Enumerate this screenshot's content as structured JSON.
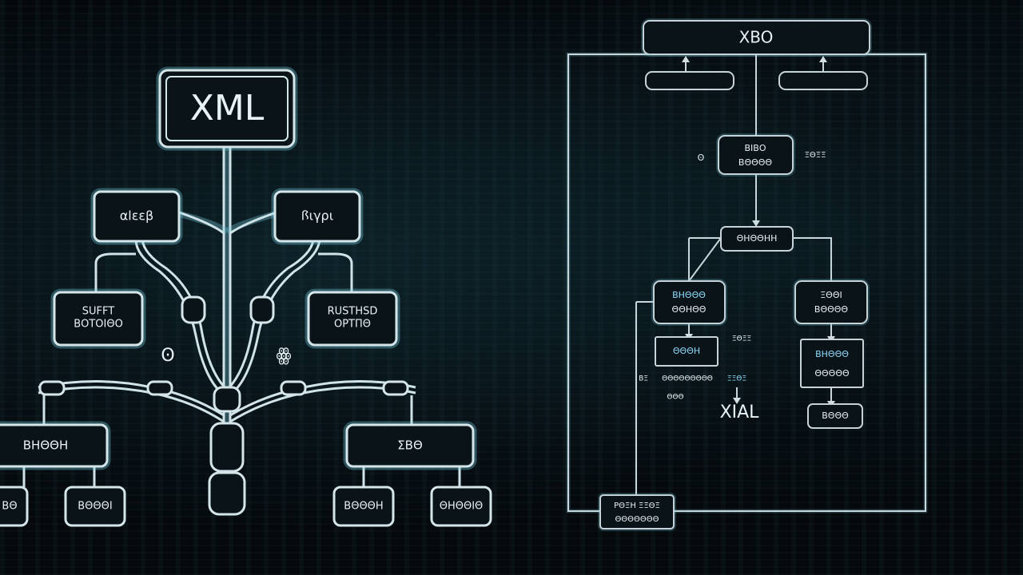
{
  "left_tree": {
    "root": "XML",
    "level1": [
      "αlεεβ",
      "ꟗιγρι"
    ],
    "level2": [
      [
        "SUFFT",
        "ΒΟΤΟΙΘΟ"
      ],
      [
        "RUSTHSD",
        "ΟΡΤΠΘ"
      ]
    ],
    "level3": [
      "ΒΗΘΘΗ",
      "ΣΒΘ"
    ],
    "leaves": [
      "ΒΘ",
      "ΒΘΘΘΙ",
      "ΒΘΘΘΗ",
      "ΘΗΘΘΙΘ"
    ],
    "glyphs": [
      "Ꙩ",
      "ꙮ"
    ]
  },
  "right_flow": {
    "title": "XBO",
    "node_top": [
      "ΒΙΒΟ",
      "ΒΘΘΘΘ"
    ],
    "node_top_side_left": "Ꙩ",
    "node_top_side_right": "ΞΘΞΞ",
    "node_mid": "ΘΗΘΘΗΗ",
    "node_left": [
      "ΒΗΘΘΘ",
      "ΘΘΗΘΘ"
    ],
    "node_left_child": "ΘΘΘΗ",
    "node_left_side": "ΞΘΞΞ",
    "annot_row": [
      "ΒΞ",
      "ΘΘΘΘΘΘΘΘΘ",
      "ΞΞΘΞ"
    ],
    "annot_sub": "ΘΘΘ",
    "xml_label": "XIAL",
    "node_right": [
      "ΞΘΘΙ",
      "ΒΘΘΘΘ"
    ],
    "node_right_child": [
      "ΒΗΘΘΘ",
      "ΘΘΘΘΘ"
    ],
    "node_right_leaf": "ΒΘΘΘ",
    "bottom_node": [
      "ΡΘΞΗ  ΞΞΘΞ",
      "ΘΘΘΘΘΘΘ"
    ]
  }
}
